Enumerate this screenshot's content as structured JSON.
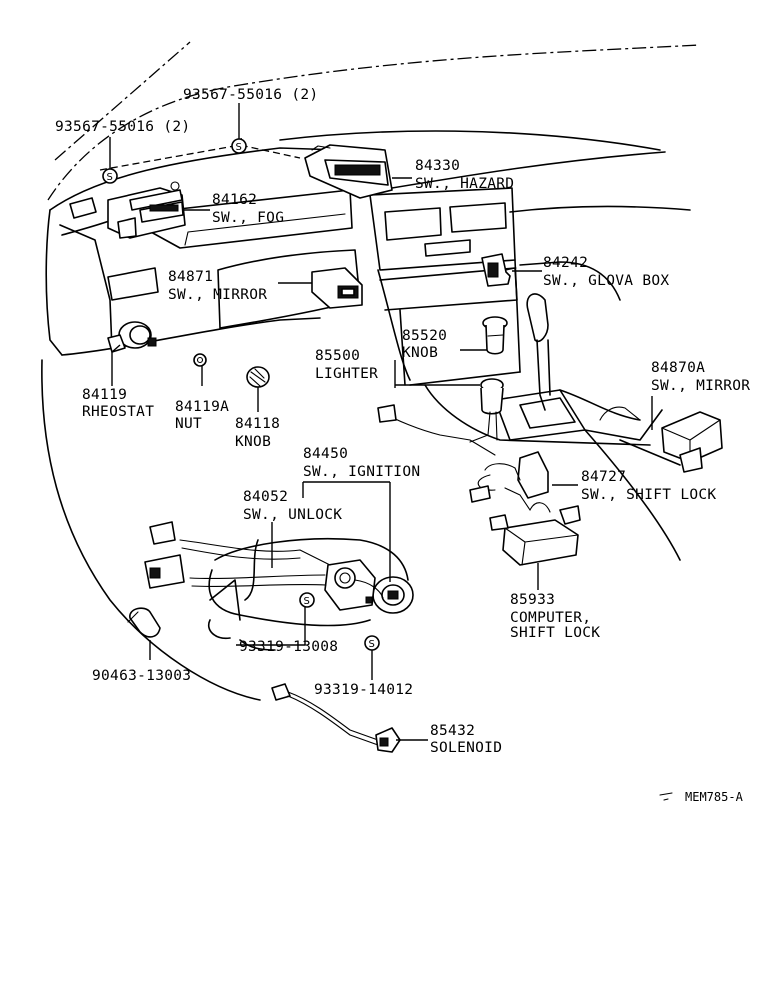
{
  "diagram": {
    "drawing_code": "MEM785-A",
    "callouts": [
      {
        "id": "c1",
        "part_no": "93567-55016 (2)",
        "name": ""
      },
      {
        "id": "c2",
        "part_no": "93567-55016 (2)",
        "name": ""
      },
      {
        "id": "c3",
        "part_no": "84330",
        "name": "SW., HAZARD"
      },
      {
        "id": "c4",
        "part_no": "84162",
        "name": "SW., FOG"
      },
      {
        "id": "c5",
        "part_no": "84242",
        "name": "SW., GLOVA BOX"
      },
      {
        "id": "c6",
        "part_no": "84871",
        "name": "SW., MIRROR"
      },
      {
        "id": "c7",
        "part_no": "85520",
        "name": "KNOB"
      },
      {
        "id": "c8",
        "part_no": "85500",
        "name": "LIGHTER"
      },
      {
        "id": "c9",
        "part_no": "84870A",
        "name": "SW., MIRROR"
      },
      {
        "id": "c10",
        "part_no": "84119",
        "name": "RHEOSTAT"
      },
      {
        "id": "c11",
        "part_no": "84119A",
        "name": "NUT"
      },
      {
        "id": "c12",
        "part_no": "84118",
        "name": "KNOB"
      },
      {
        "id": "c13",
        "part_no": "84450",
        "name": "SW., IGNITION"
      },
      {
        "id": "c14",
        "part_no": "84052",
        "name": "SW., UNLOCK"
      },
      {
        "id": "c15",
        "part_no": "84727",
        "name": "SW., SHIFT LOCK"
      },
      {
        "id": "c16",
        "part_no": "85933",
        "name": "COMPUTER,",
        "name2": "SHIFT LOCK"
      },
      {
        "id": "c17",
        "part_no": "93319-13008",
        "name": ""
      },
      {
        "id": "c18",
        "part_no": "90463-13003",
        "name": ""
      },
      {
        "id": "c19",
        "part_no": "93319-14012",
        "name": ""
      },
      {
        "id": "c20",
        "part_no": "85432",
        "name": "SOLENOID"
      }
    ],
    "screw_symbol": "S"
  }
}
